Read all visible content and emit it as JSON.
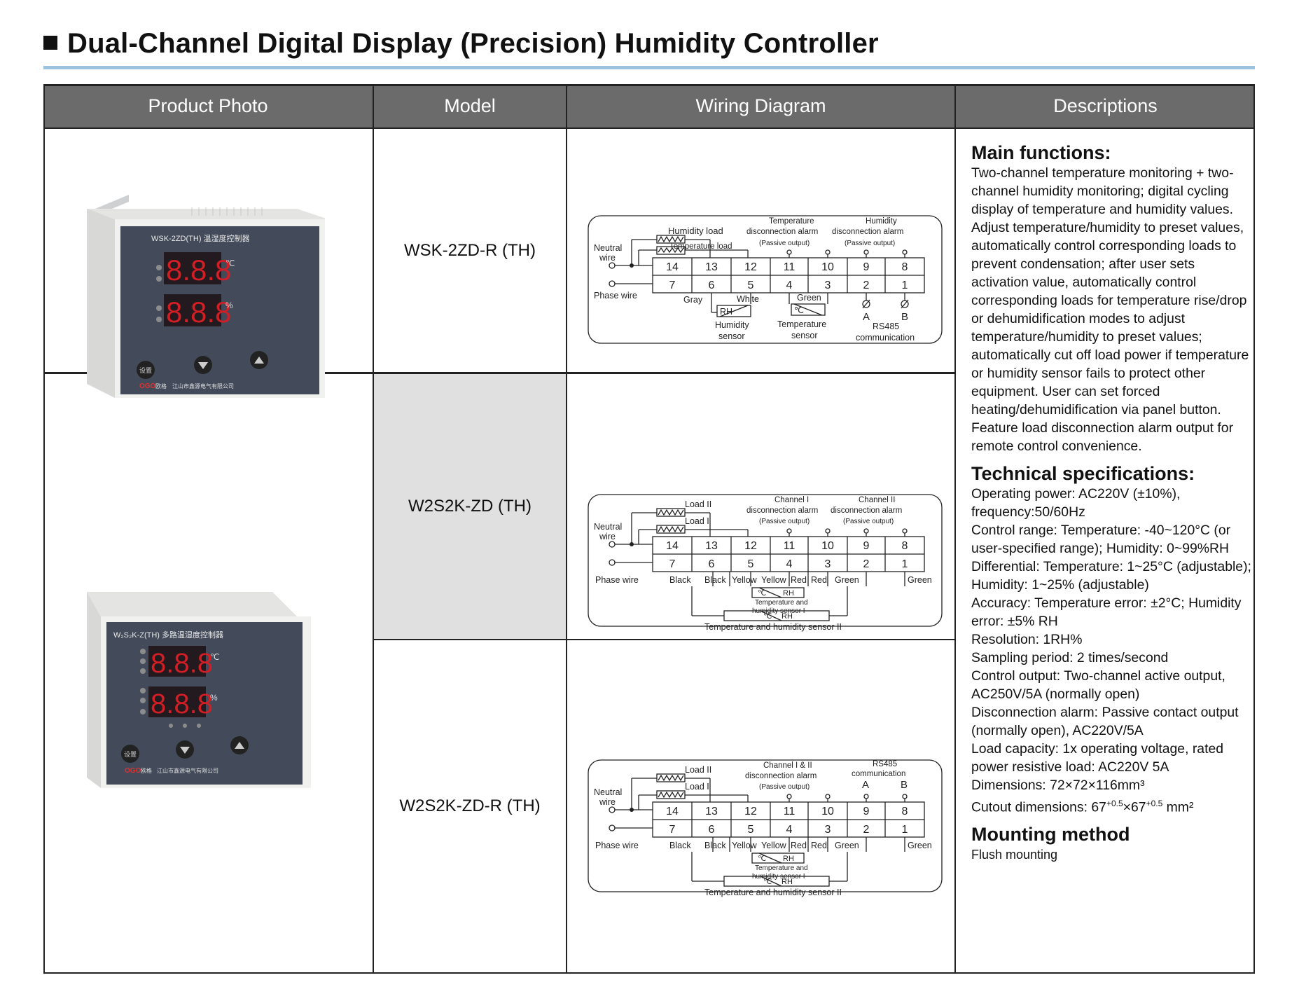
{
  "page": {
    "title": "Dual-Channel Digital Display (Precision) Humidity Controller"
  },
  "table": {
    "headers": [
      "Product Photo",
      "Model",
      "Wiring Diagram",
      "Descriptions"
    ],
    "models": [
      "WSK-2ZD-R (TH)",
      "W2S2K-ZD (TH)",
      "W2S2K-ZD-R (TH)"
    ]
  },
  "products": [
    {
      "device_label": "WSK-2ZD(TH) 温湿度控制器",
      "display_top": "8.8.8",
      "display_bottom": "8.8.8",
      "unit_top": "℃",
      "unit_bottom": "%",
      "brand": "OGO",
      "brand_cn": "欧格",
      "company": "江山市鑫源电气有限公司",
      "set_button": "设置"
    },
    {
      "device_label": "W₂S₂K-Z(TH) 多路温湿度控制器",
      "display_top": "8.8.8",
      "display_bottom": "8.8.8",
      "unit_top": "℃",
      "unit_bottom": "%",
      "brand": "OGO",
      "brand_cn": "欧格",
      "company": "江山市鑫源电气有限公司",
      "set_button": "设置"
    }
  ],
  "wiring": {
    "terminals_top": [
      "14",
      "13",
      "12",
      "11",
      "10",
      "9",
      "8"
    ],
    "terminals_bottom": [
      "7",
      "6",
      "5",
      "4",
      "3",
      "2",
      "1"
    ],
    "d1": {
      "humidity_load": "Humidity load",
      "temperature_load": "Temperature load",
      "temp_alarm": [
        "Temperature",
        "disconnection alarm"
      ],
      "hum_alarm": [
        "Humidity",
        "disconnection alarm"
      ],
      "passive": "(Passive output)",
      "neutral": [
        "Neutral",
        "wire"
      ],
      "phase": "Phase wire",
      "gray": "Gray",
      "white": "White",
      "green": "Green",
      "rh": "RH",
      "degc": "℃",
      "hum_sensor": [
        "Humidity",
        "sensor"
      ],
      "temp_sensor": [
        "Temperature",
        "sensor"
      ],
      "a": "A",
      "b": "B",
      "rs485": [
        "RS485",
        "communication"
      ]
    },
    "d2": {
      "load2": "Load II",
      "load1": "Load I",
      "ch1_alarm": [
        "Channel I",
        "disconnection alarm",
        "(Passive output)"
      ],
      "ch2_alarm": [
        "Channel II",
        "disconnection alarm",
        "(Passive output)"
      ],
      "neutral": [
        "Neutral",
        "wire"
      ],
      "phase": "Phase wire",
      "colors": [
        "Black",
        "Black",
        "Yellow",
        "Yellow",
        "Red",
        "Red",
        "Green",
        "Green"
      ],
      "sensor1": [
        "Temperature and",
        "humidity sensor I"
      ],
      "sensor2": "Temperature and humidity sensor II",
      "degc": "℃",
      "rh": "RH"
    },
    "d3": {
      "load2": "Load II",
      "load1": "Load I",
      "ch_alarm": [
        "Channel I & II",
        "disconnection alarm",
        "(Passive output)"
      ],
      "rs485": [
        "RS485",
        "communication"
      ],
      "a": "A",
      "b": "B",
      "neutral": [
        "Neutral",
        "wire"
      ],
      "phase": "Phase wire",
      "colors": [
        "Black",
        "Black",
        "Yellow",
        "Yellow",
        "Red",
        "Red",
        "Green",
        "Green"
      ],
      "sensor1": [
        "Temperature and",
        "humidity sensor I"
      ],
      "sensor2": "Temperature and humidity sensor II",
      "degc": "℃",
      "rh": "RH"
    }
  },
  "descriptions": {
    "main_title": "Main functions:",
    "main_text": "Two-channel temperature monitoring + two-channel humidity monitoring; digital cycling display of temperature and humidity values. Adjust temperature/humidity to preset values, automatically control corresponding loads to prevent condensation; after user sets activation value, automatically control corresponding loads for temperature rise/drop or dehumidification modes to adjust temperature/humidity to preset values; automatically cut off load power if temperature or humidity sensor fails to protect other equipment. User can set forced heating/dehumidification via panel button. Feature load disconnection alarm output for remote control convenience.",
    "tech_title": "Technical specifications:",
    "specs": [
      "Operating power: AC220V (±10%), frequency:50/60Hz",
      "Control range: Temperature: -40~120°C (or user-specified range); Humidity: 0~99%RH",
      "Differential: Temperature: 1~25°C (adjustable); Humidity: 1~25% (adjustable)",
      "Accuracy: Temperature error: ±2°C; Humidity error: ±5% RH",
      "Resolution: 1RH%",
      "Sampling period: 2 times/second",
      "Control output: Two-channel active output, AC250V/5A (normally open)",
      "Disconnection alarm: Passive contact output (normally open), AC220V/5A",
      "Load capacity: 1x operating voltage, rated power resistive load: AC220V 5A",
      "Dimensions: 72×72×116mm³"
    ],
    "cutout_label": "Cutout dimensions: 67",
    "cutout_sup1": "+0.5",
    "cutout_mid": "×67",
    "cutout_sup2": "+0.5",
    "cutout_unit": " mm²",
    "mount_title": "Mounting method",
    "mount_text": "Flush mounting"
  }
}
